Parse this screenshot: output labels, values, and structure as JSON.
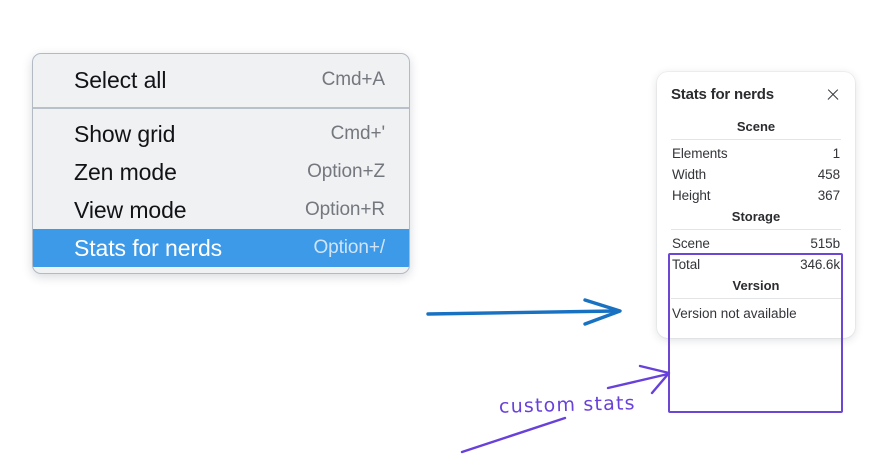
{
  "context_menu": {
    "name": "canvas-context-menu",
    "sections": [
      {
        "items": [
          {
            "label": "Select all",
            "shortcut": "Cmd+A",
            "highlighted": false
          }
        ]
      },
      {
        "items": [
          {
            "label": "Show grid",
            "shortcut": "Cmd+'",
            "highlighted": false
          },
          {
            "label": "Zen mode",
            "shortcut": "Option+Z",
            "highlighted": false
          },
          {
            "label": "View mode",
            "shortcut": "Option+R",
            "highlighted": false
          },
          {
            "label": "Stats for nerds",
            "shortcut": "Option+/",
            "highlighted": true
          }
        ]
      }
    ]
  },
  "stats_panel": {
    "title": "Stats for nerds",
    "close_icon": "close-icon",
    "sections": [
      {
        "heading": "Scene",
        "rows": [
          {
            "key": "Elements",
            "value": "1"
          },
          {
            "key": "Width",
            "value": "458"
          },
          {
            "key": "Height",
            "value": "367"
          }
        ]
      },
      {
        "heading": "Storage",
        "rows": [
          {
            "key": "Scene",
            "value": "515b"
          },
          {
            "key": "Total",
            "value": "346.6k"
          }
        ]
      },
      {
        "heading": "Version",
        "full_rows": [
          "Version not available"
        ]
      }
    ]
  },
  "annotations": {
    "note_text": "custom stats",
    "arrow_blue_color": "#1971c2",
    "arrow_purple_color": "#6741d9",
    "highlight_rect_color": "#6c47d4"
  },
  "colors": {
    "menu_background": "#f0f1f3",
    "menu_highlight": "#3d9ae8",
    "panel_background": "#ffffff",
    "page_background": "#ffffff"
  }
}
